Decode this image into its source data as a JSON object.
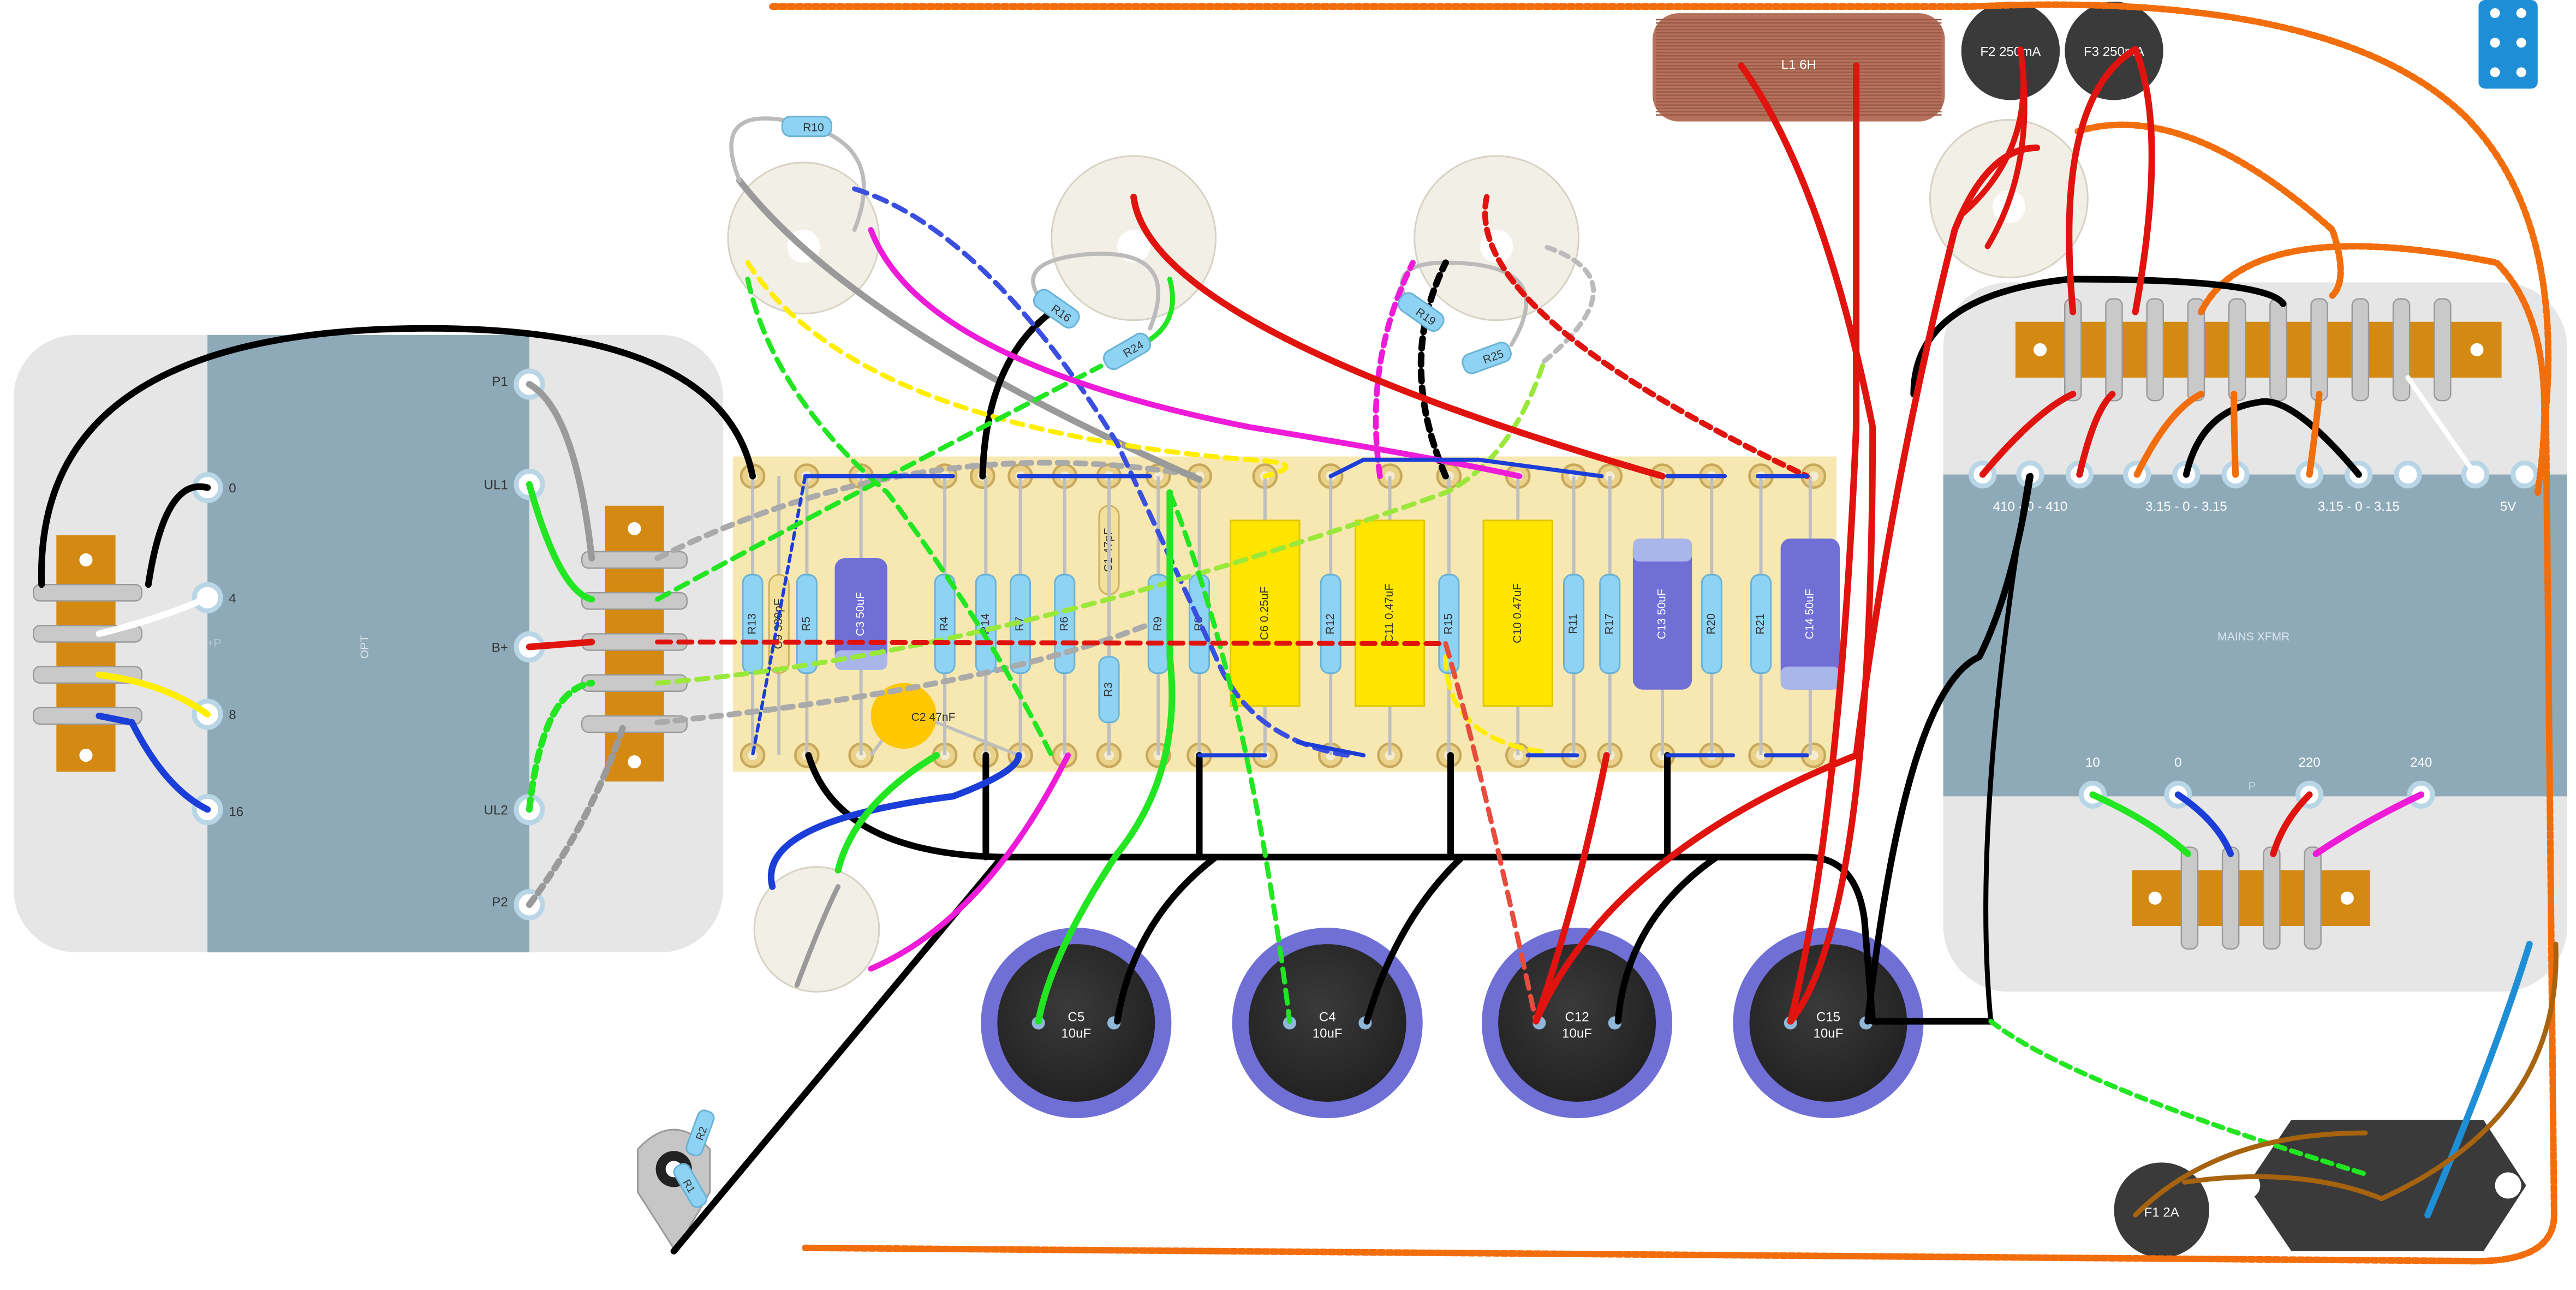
{
  "diagram": {
    "opt": {
      "title": "OPT",
      "secondary_taps": [
        "0",
        "4",
        "8",
        "16"
      ],
      "center_tap": "+P",
      "primary_taps": [
        "P1",
        "UL1",
        "B+",
        "UL2",
        "P2"
      ]
    },
    "mains": {
      "title": "MAINS XFMR",
      "secondary_labels": [
        "410 - 0 - 410",
        "3.15 - 0 - 3.15",
        "3.15 - 0 - 3.15",
        "5V"
      ],
      "primary_taps": [
        "10",
        "0",
        "220",
        "240"
      ],
      "primary_label": "P"
    },
    "choke": {
      "label": "L1 6H"
    },
    "fuses": [
      {
        "label": "F2 250mA"
      },
      {
        "label": "F3 250mA"
      },
      {
        "label": "F1 2A"
      }
    ],
    "board_components": {
      "vertical": [
        "R13",
        "C9 330pF",
        "R5",
        "C3 50uF",
        "R4",
        "R14",
        "R7",
        "R6",
        "C1 47pF",
        "R3",
        "R9",
        "R8",
        "C6 0.25uF",
        "R12",
        "C11 0.47uF",
        "R15",
        "C10 0.47uF",
        "R11",
        "R17",
        "C13 50uF",
        "R20",
        "R21",
        "C14 50uF"
      ],
      "disc": "C2 47nF"
    },
    "tube_resistors": [
      "R10",
      "R16",
      "R24",
      "R19",
      "R25"
    ],
    "pot": {
      "resistors": [
        "R2",
        "R1"
      ]
    },
    "capacitors": [
      {
        "label": "C5",
        "value": "10uF"
      },
      {
        "label": "C4",
        "value": "10uF"
      },
      {
        "label": "C12",
        "value": "10uF"
      },
      {
        "label": "C15",
        "value": "10uF"
      }
    ],
    "colors": {
      "board": "#f7e8b2",
      "transformer_core": "#8eaab8",
      "transformer_bg": "#e6e6e6",
      "terminal_strip": "#d48a12",
      "wire_red": "#e0130f",
      "wire_black": "#000000",
      "wire_green": "#21e621",
      "wire_blue": "#1b3ed8",
      "wire_magenta": "#ee1bd8",
      "wire_orange": "#f26d0c",
      "cap_yellow": "#ffe500",
      "cap_blue": "#6f6fd6"
    }
  }
}
